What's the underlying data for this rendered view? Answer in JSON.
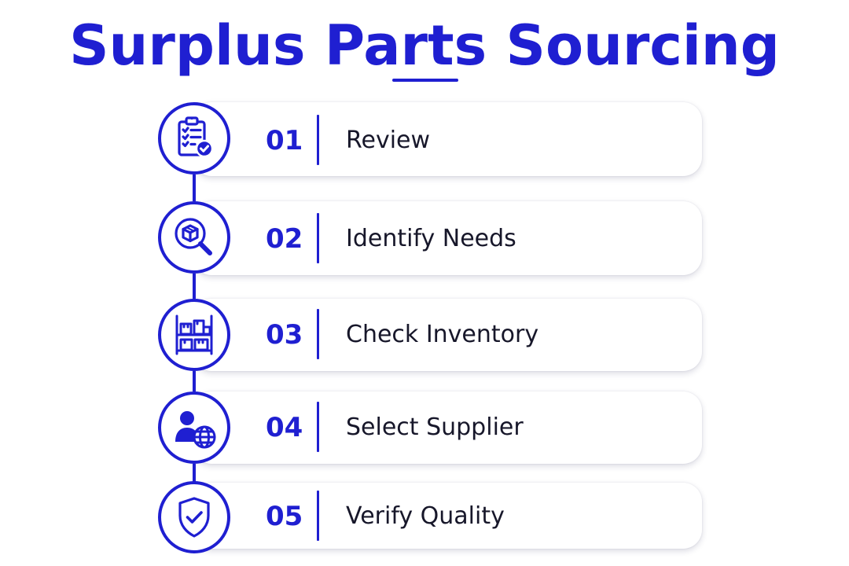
{
  "title": "Surplus Parts Sourcing",
  "colors": {
    "accent": "#1f1fd1",
    "text": "#17172a",
    "card_background": "#ffffff"
  },
  "steps": [
    {
      "number": "01",
      "label": "Review",
      "icon": "clipboard-checklist-icon"
    },
    {
      "number": "02",
      "label": "Identify Needs",
      "icon": "box-magnifier-icon"
    },
    {
      "number": "03",
      "label": "Check Inventory",
      "icon": "warehouse-shelf-icon"
    },
    {
      "number": "04",
      "label": "Select Supplier",
      "icon": "user-globe-icon"
    },
    {
      "number": "05",
      "label": "Verify Quality",
      "icon": "shield-check-icon"
    }
  ]
}
